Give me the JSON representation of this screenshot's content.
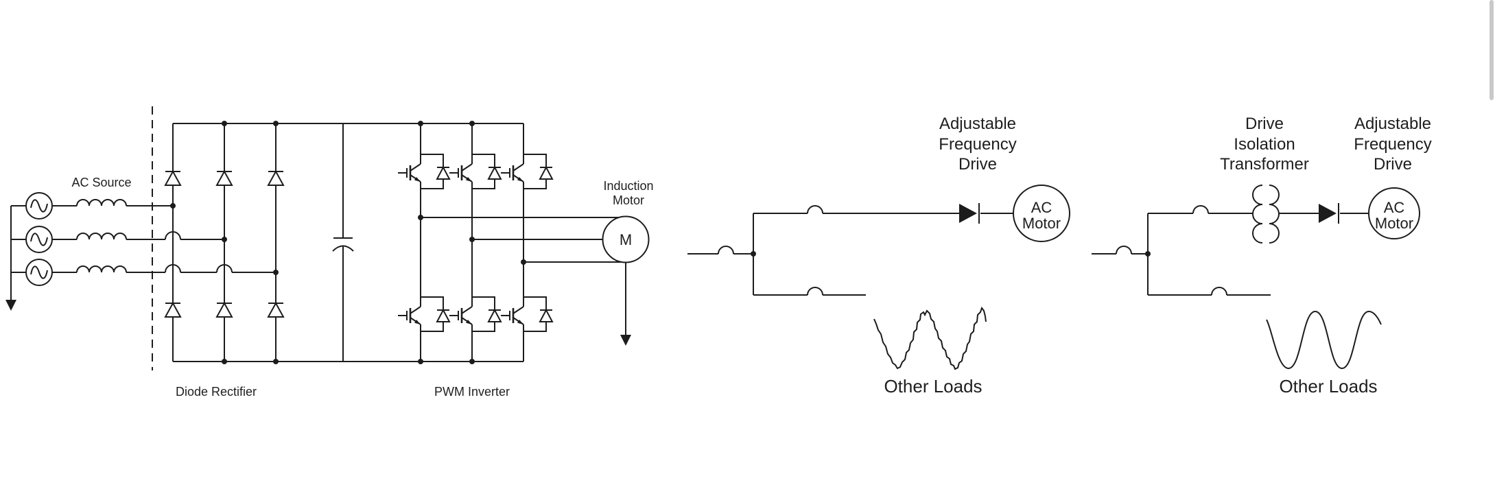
{
  "colors": {
    "line": "#1c1c1c",
    "text": "#1e1e1e",
    "background": "#ffffff",
    "scrollbar_thumb": "#c9c9c9"
  },
  "left_diagram": {
    "ac_source_label": "AC Source",
    "diode_rectifier_label": "Diode Rectifier",
    "pwm_inverter_label": "PWM Inverter",
    "induction_motor_label_line1": "Induction",
    "induction_motor_label_line2": "Motor",
    "motor_symbol": "M"
  },
  "middle_diagram": {
    "drive_label_line1": "Adjustable",
    "drive_label_line2": "Frequency",
    "drive_label_line3": "Drive",
    "motor_label_line1": "AC",
    "motor_label_line2": "Motor",
    "other_loads_label": "Other Loads"
  },
  "right_diagram": {
    "transformer_label_line1": "Drive",
    "transformer_label_line2": "Isolation",
    "transformer_label_line3": "Transformer",
    "drive_label_line1": "Adjustable",
    "drive_label_line2": "Frequency",
    "drive_label_line3": "Drive",
    "motor_label_line1": "AC",
    "motor_label_line2": "Motor",
    "other_loads_label": "Other Loads"
  }
}
